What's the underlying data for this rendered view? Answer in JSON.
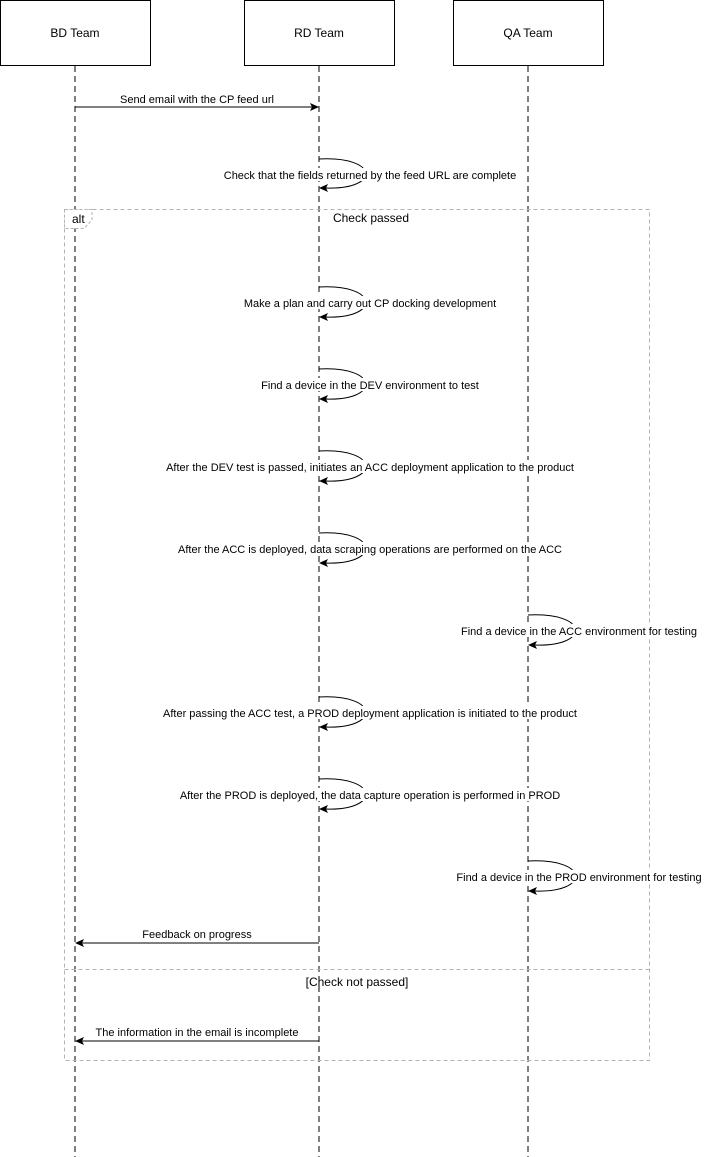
{
  "participants": [
    {
      "id": "bd",
      "label": "BD Team"
    },
    {
      "id": "rd",
      "label": "RD Team"
    },
    {
      "id": "qa",
      "label": "QA Team"
    }
  ],
  "fragment": {
    "operator": "alt",
    "condition_1": "Check passed",
    "condition_2": "[Check not passed]"
  },
  "messages": [
    {
      "from": "bd",
      "to": "rd",
      "kind": "arrow",
      "label": "Send email with the CP feed url"
    },
    {
      "from": "rd",
      "to": "rd",
      "kind": "self",
      "label": "Check that the fields returned by the feed URL are complete"
    },
    {
      "from": "rd",
      "to": "rd",
      "kind": "self",
      "label": "Make a plan and carry out CP docking development"
    },
    {
      "from": "rd",
      "to": "rd",
      "kind": "self",
      "label": "Find a device in the DEV environment to test"
    },
    {
      "from": "rd",
      "to": "rd",
      "kind": "self",
      "label": "After the DEV test is passed, initiates an ACC deployment application to the product"
    },
    {
      "from": "rd",
      "to": "rd",
      "kind": "self",
      "label": "After the ACC is deployed, data scraping operations are performed on the ACC"
    },
    {
      "from": "qa",
      "to": "qa",
      "kind": "self",
      "label": "Find a device in the ACC environment for testing"
    },
    {
      "from": "rd",
      "to": "rd",
      "kind": "self",
      "label": "After passing the ACC test, a PROD deployment application is initiated to the product"
    },
    {
      "from": "rd",
      "to": "rd",
      "kind": "self",
      "label": "After the PROD is deployed, the data capture operation is performed in PROD"
    },
    {
      "from": "qa",
      "to": "qa",
      "kind": "self",
      "label": "Find a device in the PROD environment for testing"
    },
    {
      "from": "rd",
      "to": "bd",
      "kind": "arrow",
      "label": "Feedback on progress"
    },
    {
      "from": "rd",
      "to": "bd",
      "kind": "arrow",
      "label": "The information in the email is incomplete"
    }
  ]
}
